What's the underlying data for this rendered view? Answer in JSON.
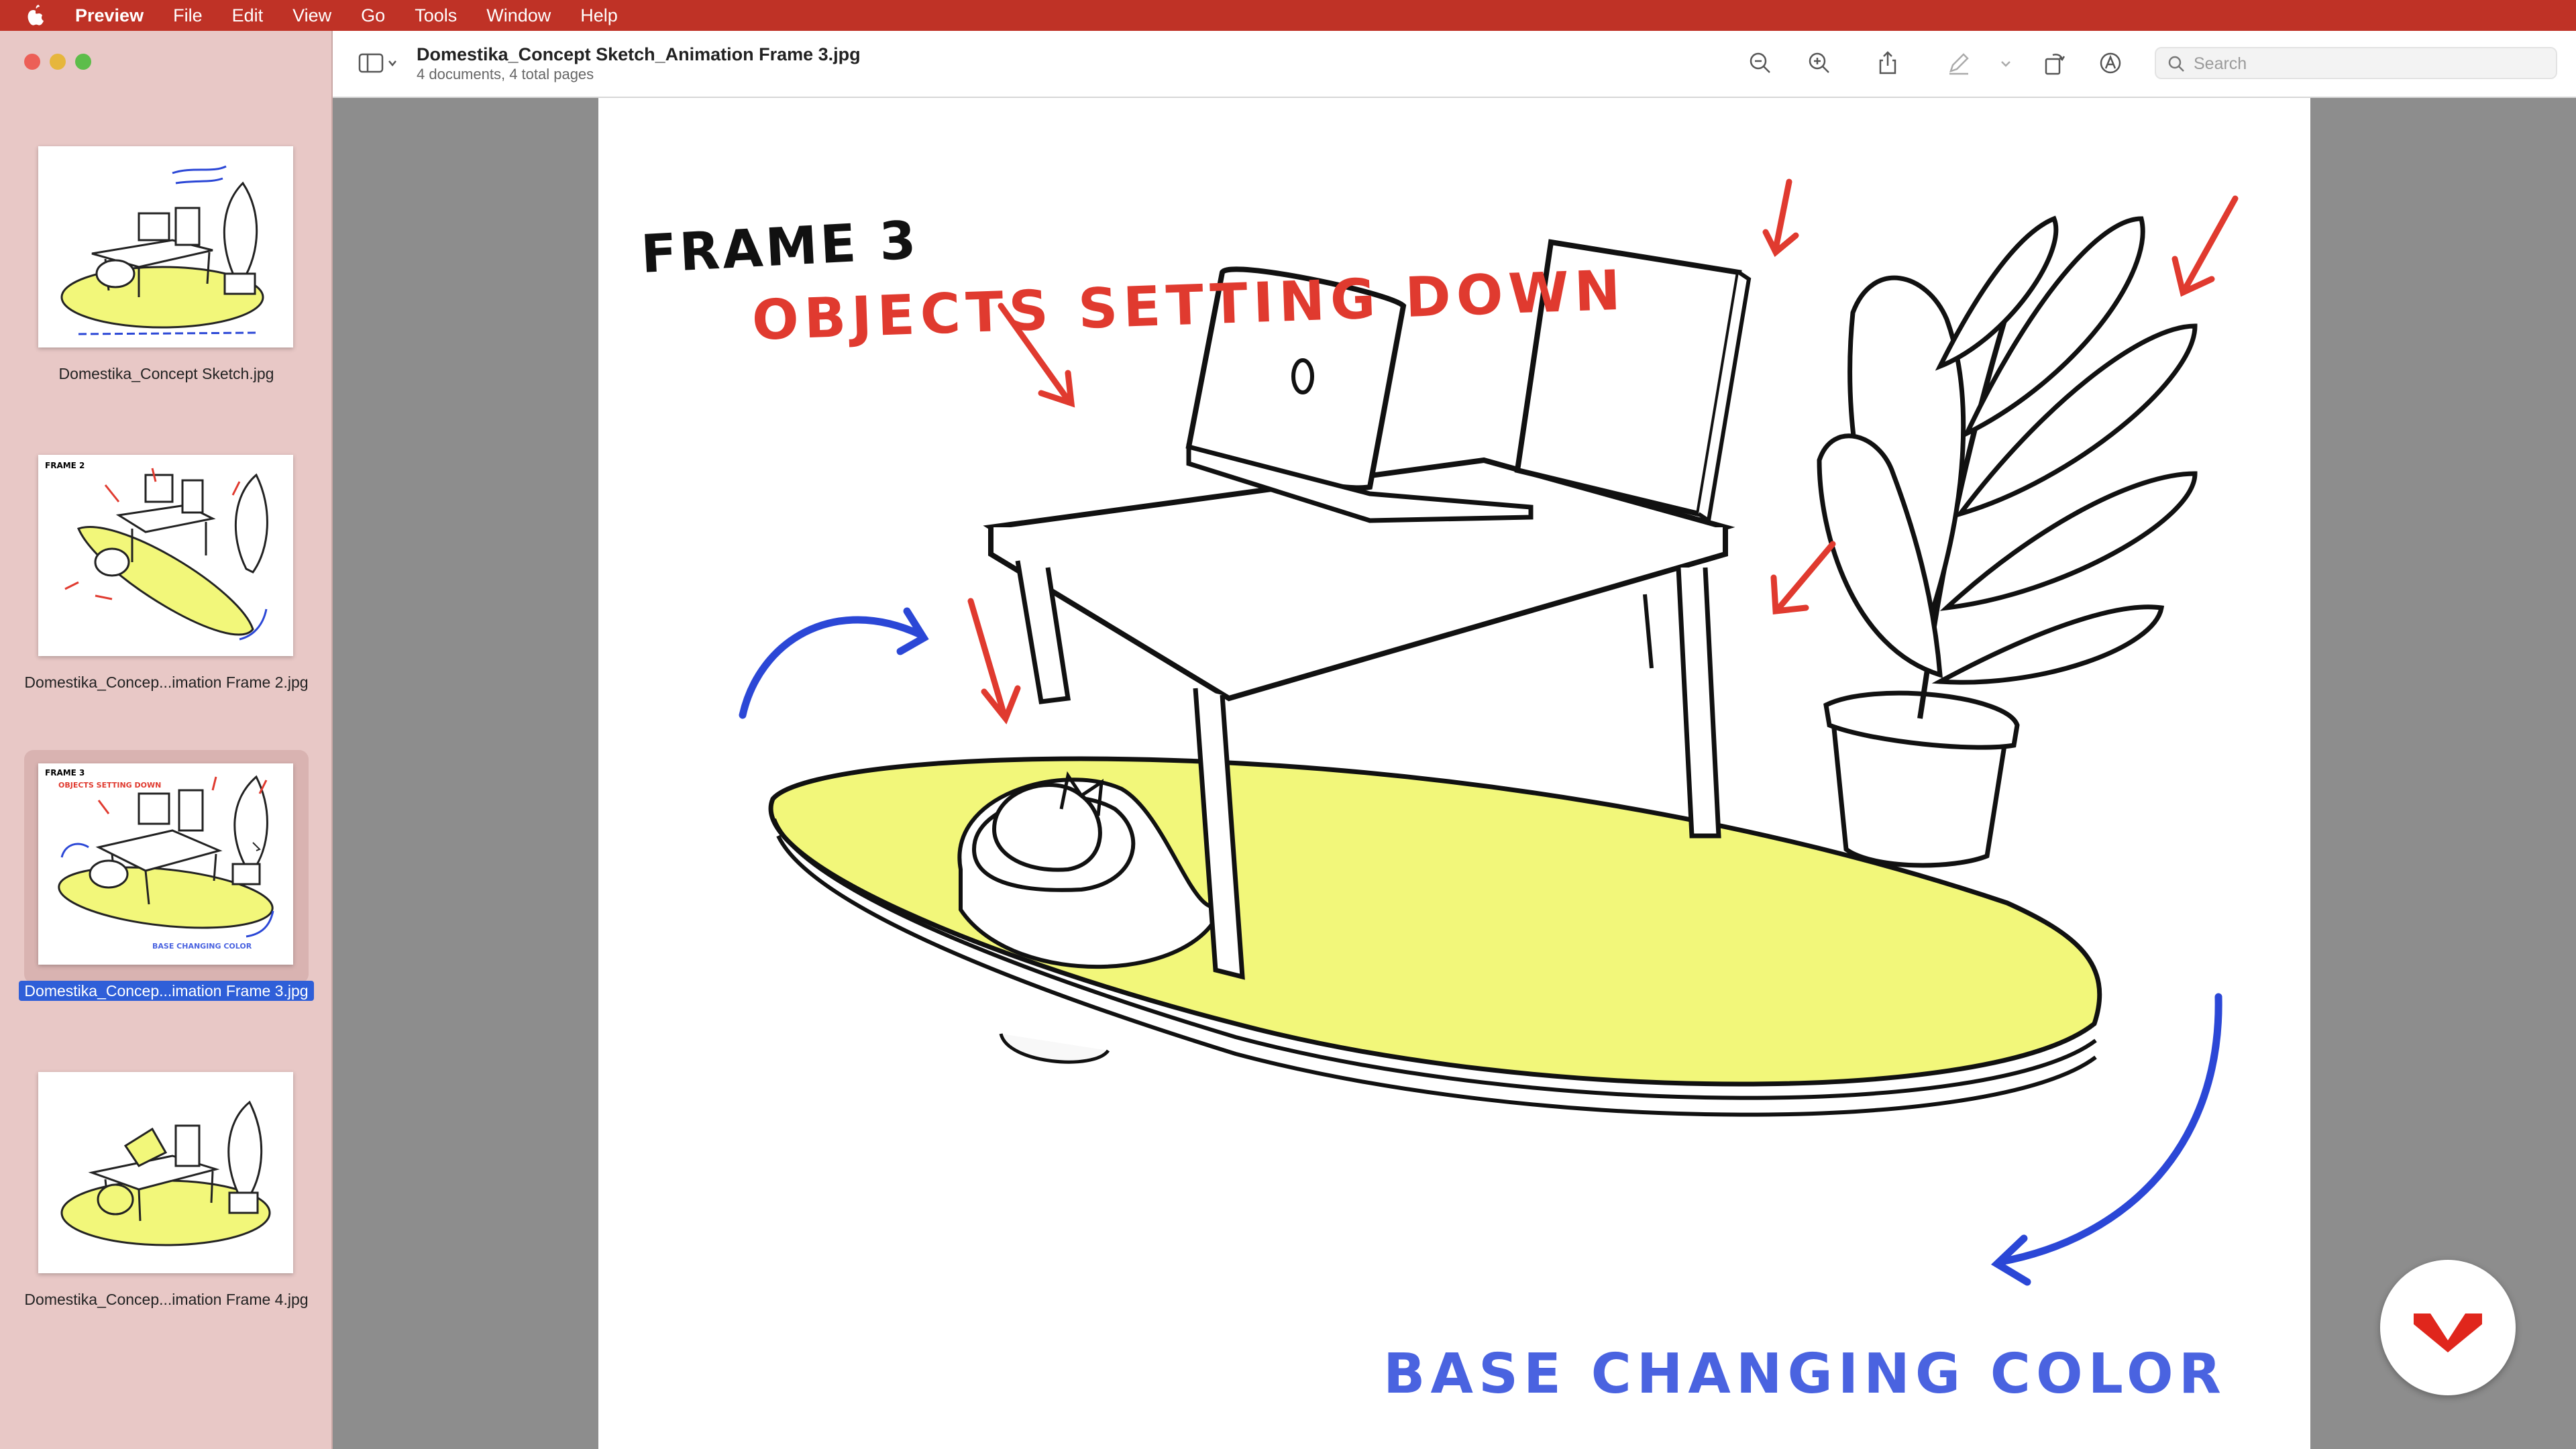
{
  "menubar": {
    "app_name": "Preview",
    "items": [
      "File",
      "Edit",
      "View",
      "Go",
      "Tools",
      "Window",
      "Help"
    ]
  },
  "sidebar": {
    "thumbnails": [
      {
        "label": "Domestika_Concept Sketch.jpg",
        "selected": false
      },
      {
        "label": "Domestika_Concep...imation Frame 2.jpg",
        "selected": false
      },
      {
        "label": "Domestika_Concep...imation Frame 3.jpg",
        "selected": true
      },
      {
        "label": "Domestika_Concep...imation Frame 4.jpg",
        "selected": false
      }
    ]
  },
  "toolbar": {
    "title": "Domestika_Concept Sketch_Animation Frame 3.jpg",
    "subtitle": "4 documents, 4 total pages",
    "search_placeholder": "Search"
  },
  "artwork": {
    "frame_label": "FRAME 3",
    "headline": "OBJECTS SETTING DOWN",
    "caption": "BASE CHANGING COLOR"
  },
  "colors": {
    "menubar": "#bf3226",
    "sidebar": "#e8c8c6",
    "selection": "#2f5fd8",
    "base_yellow": "#f2f77a",
    "arrow_red": "#e03a2f",
    "arrow_blue": "#2b47d6",
    "caption_blue": "#4a63e0",
    "brand_red": "#e0261c"
  }
}
